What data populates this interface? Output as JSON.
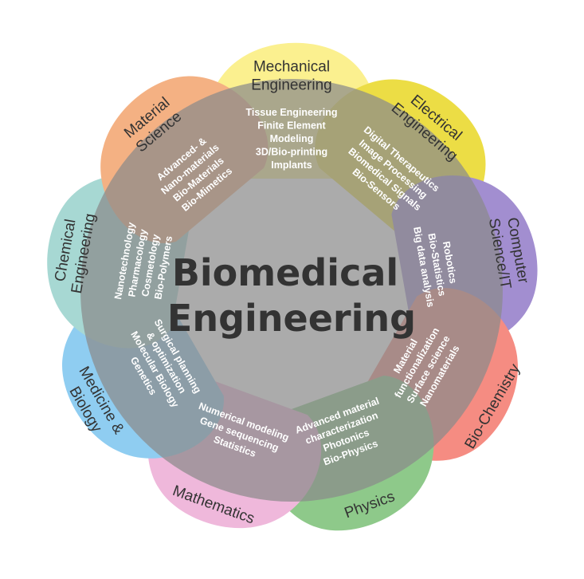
{
  "center": {
    "title_lines": [
      "Biomedical",
      "Engineering"
    ],
    "circle_color": "#8a8a8a"
  },
  "petals": [
    {
      "id": "mechanical-engineering",
      "title_lines": [
        "Mechanical",
        "Engineering"
      ],
      "items": [
        "Tissue Engineering",
        "Finite Element",
        "Modeling",
        "3D/Bio-printing",
        "Implants"
      ],
      "color": "#fbf08f"
    },
    {
      "id": "electrical-engineering",
      "title_lines": [
        "Electrical",
        "Engineering"
      ],
      "items": [
        "Digital Therapeutics",
        "Image Processing",
        "Biomedical Signals",
        "Bio-Sensors"
      ],
      "color": "#ecdd45"
    },
    {
      "id": "computer-science-it",
      "title_lines": [
        "Computer",
        "Science/IT"
      ],
      "items": [
        "Robotics",
        "Bio-Statistics",
        "Big data analysis"
      ],
      "color": "#a28ed0"
    },
    {
      "id": "bio-chemistry",
      "title_lines": [
        "Bio-Chemistry"
      ],
      "items": [
        "Material",
        "functionalization",
        "Surface science",
        "Nanomaterials"
      ],
      "color": "#f58c82"
    },
    {
      "id": "physics",
      "title_lines": [
        "Physics"
      ],
      "items": [
        "Advanced material",
        "characterization",
        "Photonics",
        "Bio-Physics"
      ],
      "color": "#8ec98a"
    },
    {
      "id": "mathematics",
      "title_lines": [
        "Mathematics"
      ],
      "items": [
        "Numerical modeling",
        "Gene sequencing",
        "Statistics"
      ],
      "color": "#efb8db"
    },
    {
      "id": "medicine-biology",
      "title_lines": [
        "Medicine &",
        "Biology"
      ],
      "items": [
        "Surgical planning",
        "& optimization",
        "Molecular Biology",
        "Genetics"
      ],
      "color": "#8fcdf1"
    },
    {
      "id": "chemical-engineering",
      "title_lines": [
        "Chemical",
        "Engineering"
      ],
      "items": [
        "Nanotechnology",
        "Pharmacology",
        "Cosmetology",
        "Bio-Polymers"
      ],
      "color": "#a7d8d3"
    },
    {
      "id": "material-science",
      "title_lines": [
        "Material",
        "Science"
      ],
      "items": [
        "Advanced- &",
        "Nano-materials",
        "Bio-Materials",
        "Bio-Mimetics"
      ],
      "color": "#f4b183"
    }
  ]
}
